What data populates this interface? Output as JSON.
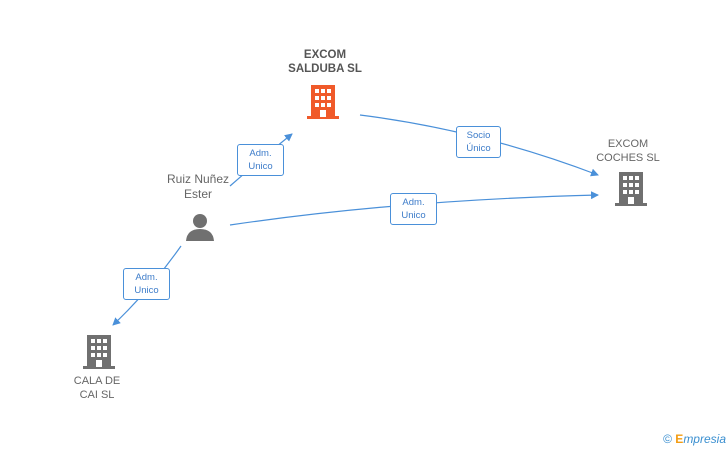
{
  "colors": {
    "edge": "#4a90d9",
    "building_main": "#f05a2a",
    "building": "#707070",
    "person": "#707070"
  },
  "nodes": {
    "excom_salduba": {
      "label": "EXCOM\nSALDUBA SL",
      "icon": "building-icon"
    },
    "excom_coches": {
      "label": "EXCOM\nCOCHES  SL",
      "icon": "building-icon"
    },
    "ruiz": {
      "label": "Ruiz Nuñez\nEster",
      "icon": "person-icon"
    },
    "cala": {
      "label": "CALA DE\nCAI SL",
      "icon": "building-icon"
    }
  },
  "edges": {
    "ruiz_to_salduba": "Adm.\nUnico",
    "salduba_to_coches": "Socio\nÚnico",
    "ruiz_to_coches": "Adm.\nUnico",
    "ruiz_to_cala": "Adm.\nUnico"
  },
  "footer": {
    "copyright": "©",
    "brand_first": "E",
    "brand_rest": "mpresia"
  }
}
